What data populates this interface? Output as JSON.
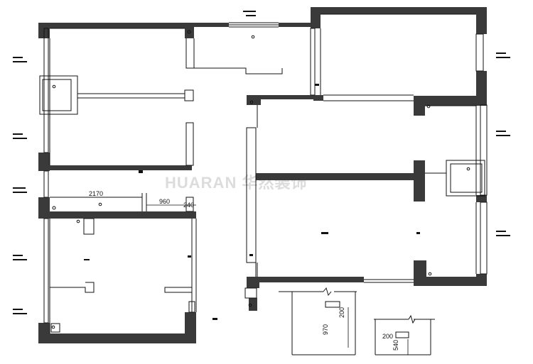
{
  "dimensions": {
    "d2170": "2170",
    "d960": "960",
    "d240": "240",
    "d200a": "200",
    "d970": "970",
    "d200b": "200",
    "d540": "540"
  },
  "watermark": "HUARAN 华然装饰",
  "colors": {
    "wall": "#3a3a3a",
    "line": "#111111",
    "background": "#ffffff",
    "watermark": "#dcdcdc"
  }
}
